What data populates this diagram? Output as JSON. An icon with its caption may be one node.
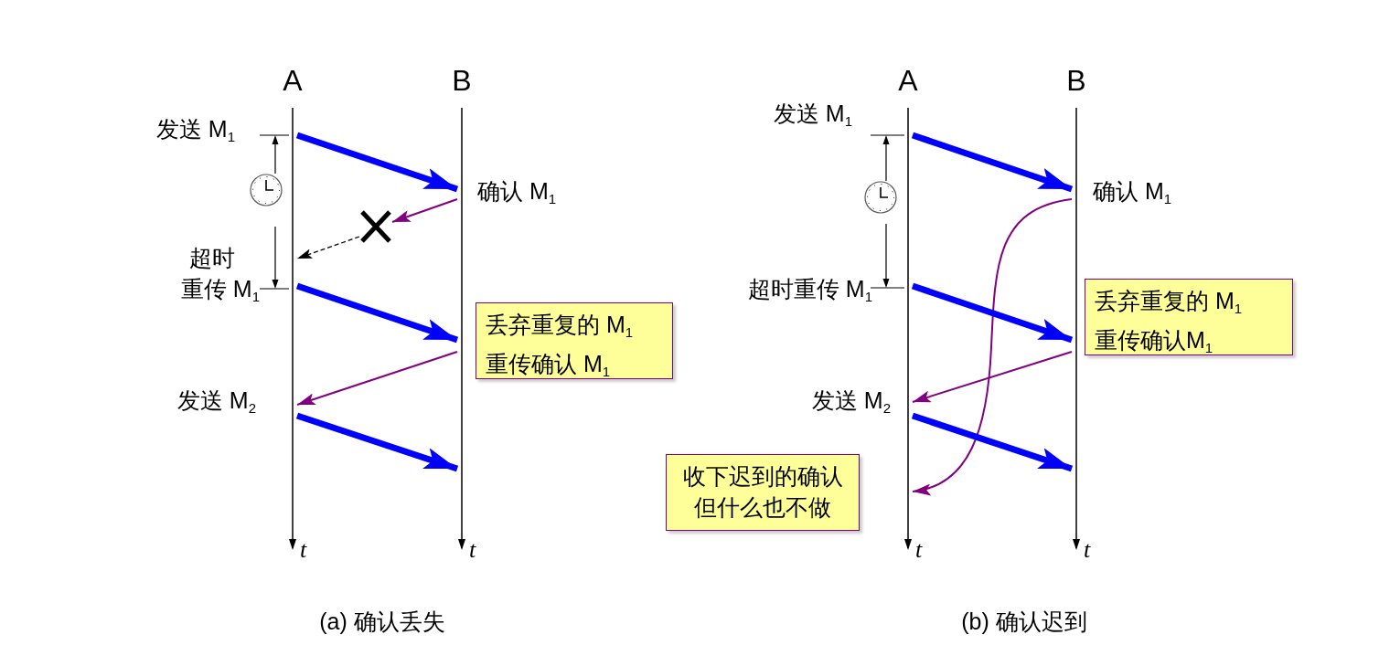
{
  "diagram": {
    "nodes": [
      {
        "text": [
          "A"
        ],
        "beside": [
          "t"
        ]
      },
      {
        "text": [
          "B"
        ],
        "beside": [
          "t"
        ]
      },
      {
        "text": [
          "丢弃重复的 M$_{1}$ 重传确认 M$_{1}$"
        ]
      },
      {
        "text": [
          "A"
        ],
        "beside": [
          "t"
        ]
      },
      {
        "text": [
          "B"
        ],
        "beside": [
          "t"
        ]
      },
      {
        "text": [
          "丢弃重复的 M$_{1}$ 重传确认M$_{1}$"
        ]
      },
      {
        "text": [
          "收下迟到的确认但什么也不做"
        ]
      },
      {
        "text": [],
        "shape": "cross"
      }
    ],
    "edges": [
      {
        "from": 0,
        "to": 1,
        "arrow": "to"
      },
      {
        "from": 1,
        "to": 7,
        "arrow": "to",
        "color": "#800080"
      },
      {
        "from": 7,
        "to": 0,
        "arrow": "to",
        "style": "dashed",
        "color": "#000000"
      },
      {
        "from": 0,
        "to": 1,
        "arrow": "to"
      },
      {
        "from": 1,
        "to": 0,
        "arrow": "to",
        "color": "#800080"
      },
      {
        "from": 0,
        "to": 1,
        "arrow": "to"
      },
      {
        "from": 3,
        "to": 4,
        "arrow": "to"
      },
      {
        "from": 4,
        "to": 3,
        "arrow": "to",
        "color": "#800080"
      },
      {
        "from": 3,
        "to": 4,
        "arrow": "to"
      },
      {
        "from": 4,
        "to": 3,
        "arrow": "to",
        "color": "#800080"
      },
      {
        "from": 3,
        "to": 4,
        "arrow": "to"
      }
    ],
    "labels": [
      "发送 M$_{1}$",
      "发送 M$_{1}$",
      "确认 M$_{1}$",
      "确认 M$_{1}$",
      "超时",
      "重传 M$_{1}$",
      "超时重传 M$_{1}$",
      "发送 M$_{2}$",
      "发送 M$_{2}$",
      "(a) 确认丢失",
      "(b) 确认迟到"
    ]
  }
}
